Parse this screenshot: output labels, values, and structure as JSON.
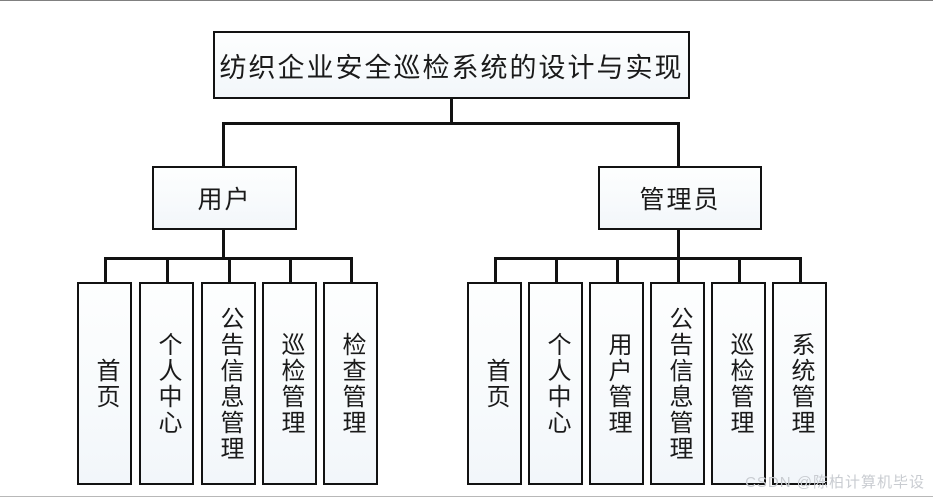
{
  "diagram": {
    "title": "纺织企业安全巡检系统的设计与实现",
    "roles": [
      {
        "label": "用户"
      },
      {
        "label": "管理员"
      }
    ],
    "user_functions": [
      {
        "label": "首页"
      },
      {
        "label": "个人中心"
      },
      {
        "label": "公告信息管理"
      },
      {
        "label": "巡检管理"
      },
      {
        "label": "检查管理"
      }
    ],
    "admin_functions": [
      {
        "label": "首页"
      },
      {
        "label": "个人中心"
      },
      {
        "label": "用户管理"
      },
      {
        "label": "公告信息管理"
      },
      {
        "label": "巡检管理"
      },
      {
        "label": "系统管理"
      }
    ]
  },
  "watermark": "CSDN @陈柏计算机毕设",
  "colors": {
    "line": "#121212",
    "box_fill": "#f7fafc",
    "text": "#1a1a1a",
    "watermark": "#c9ccd1"
  }
}
